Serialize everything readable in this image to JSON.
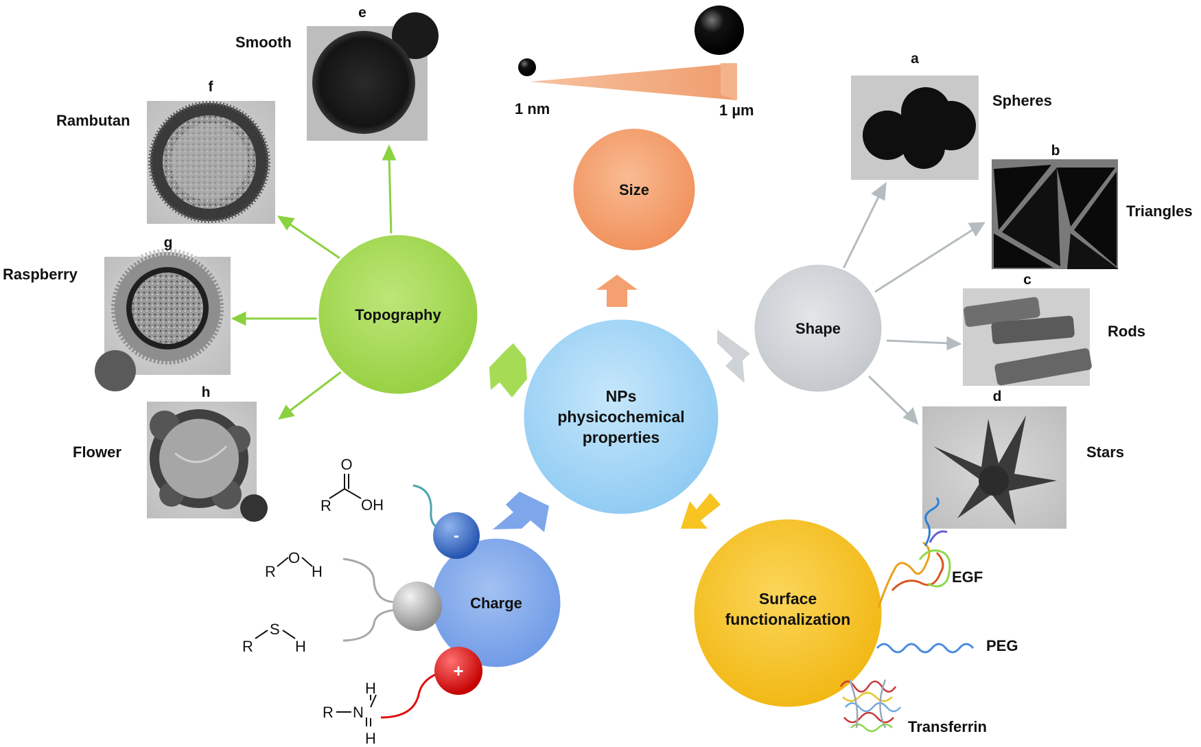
{
  "center": {
    "line1": "NPs",
    "line2": "physicochemical",
    "line3": "properties"
  },
  "properties": {
    "size": "Size",
    "shape": "Shape",
    "topography": "Topography",
    "charge": "Charge",
    "surface_line1": "Surface",
    "surface_line2": "functionalization"
  },
  "size_scale": {
    "min": "1 nm",
    "max": "1 µm"
  },
  "shape_examples": [
    {
      "letter": "a",
      "name": "Spheres"
    },
    {
      "letter": "b",
      "name": "Triangles"
    },
    {
      "letter": "c",
      "name": "Rods"
    },
    {
      "letter": "d",
      "name": "Stars"
    }
  ],
  "topography_examples": [
    {
      "letter": "e",
      "name": "Smooth"
    },
    {
      "letter": "f",
      "name": "Rambutan"
    },
    {
      "letter": "g",
      "name": "Raspberry"
    },
    {
      "letter": "h",
      "name": "Flower"
    }
  ],
  "charge_groups": {
    "minus_sign": "-",
    "plus_sign": "+",
    "carboxyl": {
      "O": "O",
      "R": "R",
      "OH": "OH"
    },
    "hydroxyl": {
      "R": "R",
      "O": "O",
      "H": "H"
    },
    "thiol": {
      "R": "R",
      "S": "S",
      "H": "H"
    },
    "amine": {
      "R": "R",
      "N": "N",
      "H1": "H",
      "H2": "H"
    }
  },
  "surface_ligands": [
    "EGF",
    "PEG",
    "Transferrin"
  ],
  "colors": {
    "center": "#9fd3f7",
    "size": "#f4a070",
    "shape": "#cfd2d6",
    "topography": "#a6dc55",
    "charge": "#7ea6ea",
    "surface": "#f7c421",
    "green_arrow": "#8ad140",
    "grey_arrow": "#b4bcbf",
    "minus_ball": "#3e6fc9",
    "plus_ball": "#e01010"
  }
}
